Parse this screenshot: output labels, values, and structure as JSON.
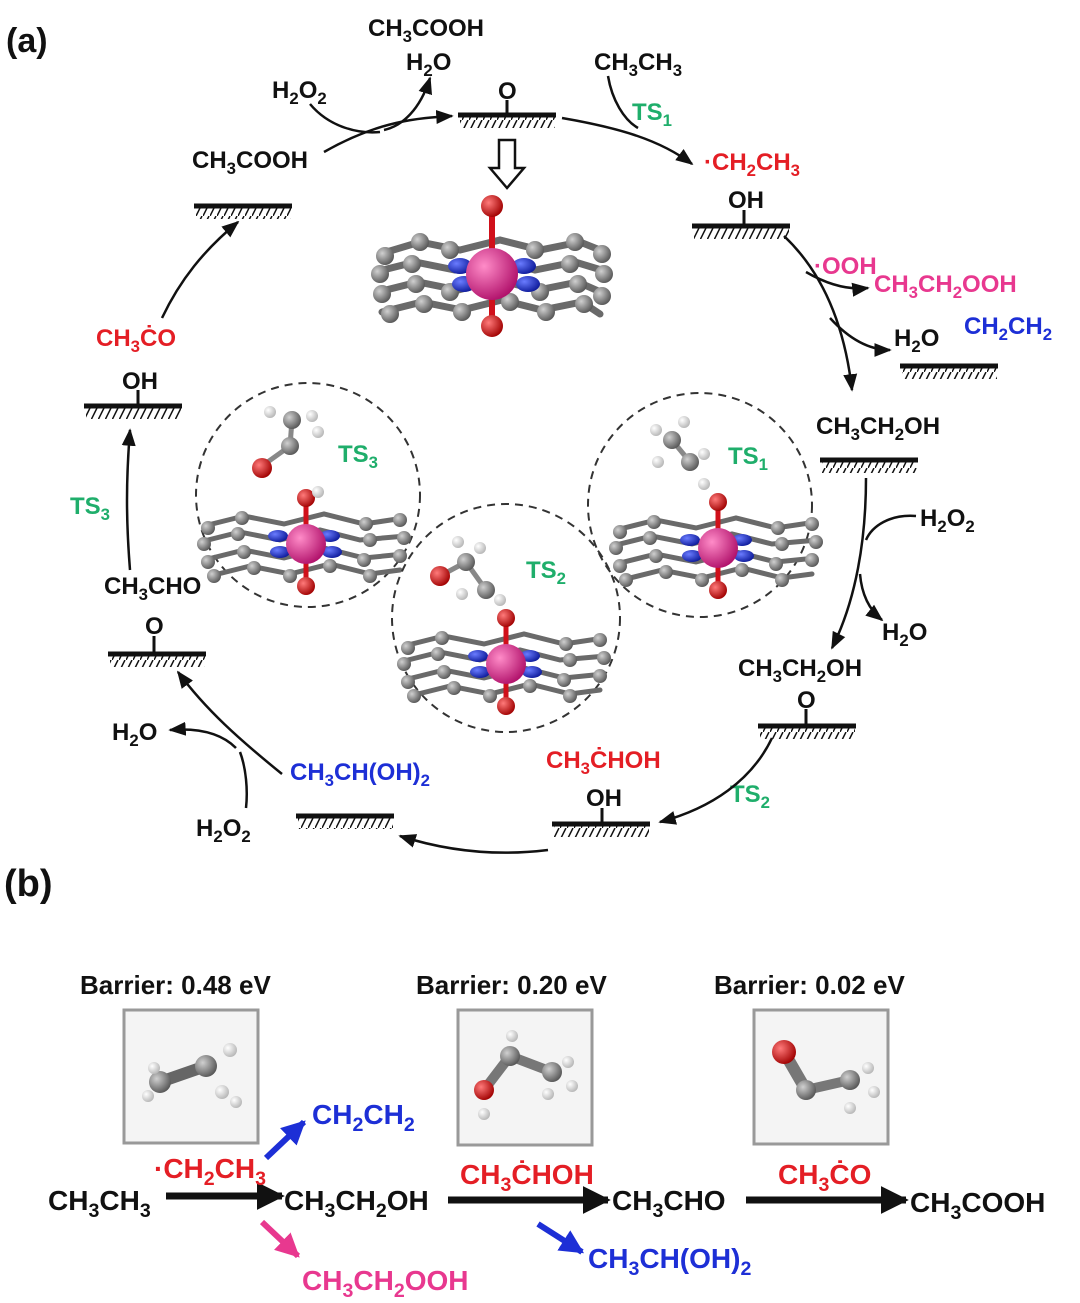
{
  "colors": {
    "black": "#111111",
    "red": "#e41e25",
    "green": "#1fae6b",
    "blue": "#1d2fd6",
    "pink": "#e8388f",
    "metal": "#e0208a",
    "carbon": "#7a7a7a",
    "nitrogen": "#1b2fd8",
    "oxygen": "#e01010",
    "hydrogen": "#eeeeee"
  },
  "panel_a": {
    "label": "(a)",
    "top": {
      "product": "CH3COOH",
      "water": "H2O",
      "oxidant": "H2O2",
      "site_group": "O"
    },
    "start": {
      "reactant": "CH3CH3",
      "ts": "TS1",
      "radical": "·CH2CH3",
      "site_group": "OH"
    },
    "ethyl_branch": {
      "radical": "·OOH",
      "side_product_1": "CH3CH2OOH",
      "side_product_2": "CH2CH2",
      "water": "H2O"
    },
    "ethanol": {
      "adsorbate": "CH3CH2OH",
      "oxidant": "H2O2",
      "water": "H2O"
    },
    "ethanol_O": {
      "adsorbate": "CH3CH2OH",
      "site_group": "O"
    },
    "hydroxyethyl": {
      "radical": "CH3ĊHOH",
      "ts": "TS2",
      "site_group": "OH"
    },
    "diol": {
      "species": "CH3CH(OH)2",
      "water": "H2O",
      "oxidant": "H2O2"
    },
    "acetaldehyde": {
      "species": "CH3CHO",
      "site_group": "O",
      "ts": "TS3"
    },
    "acetyl": {
      "radical": "CH3ĊO",
      "site_group": "OH"
    },
    "acid_site": {
      "species": "CH3COOH"
    },
    "insets": [
      {
        "ts": "TS3"
      },
      {
        "ts": "TS2"
      },
      {
        "ts": "TS1"
      }
    ]
  },
  "panel_b": {
    "label": "(b)",
    "barriers": [
      "Barrier: 0.48 eV",
      "Barrier: 0.20 eV",
      "Barrier: 0.02 eV"
    ],
    "chain": [
      "CH3CH3",
      "CH3CH2OH",
      "CH3CHO",
      "CH3COOH"
    ],
    "intermediates": [
      "·CH2CH3",
      "CH3ĊHOH",
      "CH3ĊO"
    ],
    "side_products": {
      "ethylene": "CH2CH2",
      "hydroperoxide": "CH3CH2OOH",
      "diol": "CH3CH(OH)2"
    }
  }
}
